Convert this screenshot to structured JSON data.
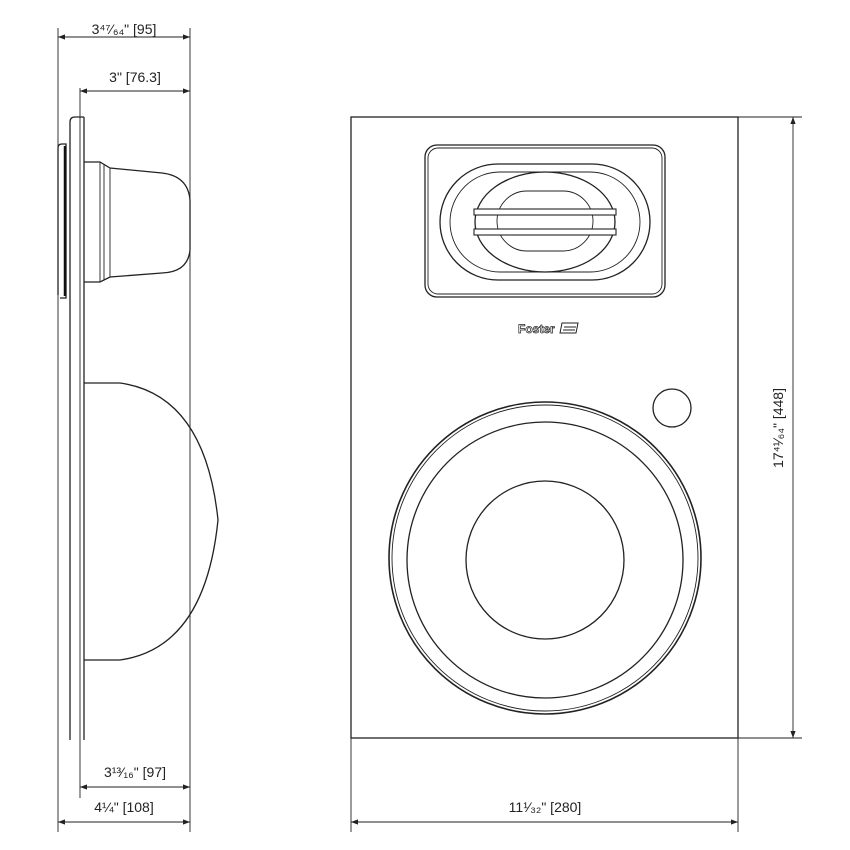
{
  "side_view": {
    "dim_top_outer": "3⁴⁷⁄₆₄\"  [95]",
    "dim_top_inner": "3\"  [76.3]",
    "dim_bottom_inner": "3¹³⁄₁₆\"  [97]",
    "dim_bottom_outer": "4¼\"  [108]"
  },
  "front_view": {
    "logo": "Foster",
    "dim_height": "17⁴¹⁄₆₄\"  [448]",
    "dim_width": "11¹⁄₃₂\"  [280]"
  }
}
